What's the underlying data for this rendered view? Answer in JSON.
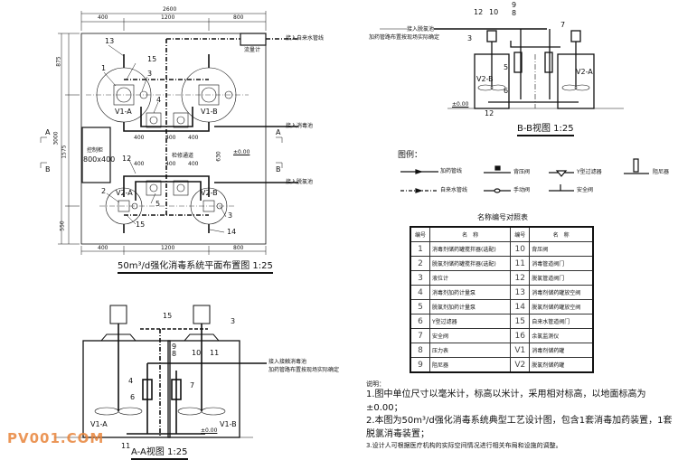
{
  "plan_view": {
    "title": "50m³/d强化消毒系统平面布置图 1:25",
    "dims_top": [
      "2600",
      "400",
      "1200",
      "800"
    ],
    "dims_bottom": [
      "400",
      "1200",
      "800"
    ],
    "dims_left": [
      "875",
      "3000",
      "1575",
      "550"
    ],
    "dims_inner": [
      "400",
      "400",
      "400",
      "400",
      "400",
      "400",
      "630"
    ],
    "control_cabinet": {
      "label": "控制柜",
      "size": "800x400"
    },
    "aisle": "检修通道",
    "elevation": "±0.00",
    "small_box": "流量计",
    "pipe_labels": [
      "接入自来水管线",
      "接入消毒池",
      "接入脱氯池"
    ],
    "section_marks": [
      "A",
      "A",
      "B",
      "B"
    ],
    "tanks": [
      "V1-A",
      "V1-B",
      "V2-A",
      "V2-B"
    ],
    "callouts": [
      "13",
      "15",
      "1",
      "3",
      "4",
      "12",
      "2",
      "5",
      "15",
      "3",
      "14"
    ]
  },
  "bb_view": {
    "title": "B-B视图 1:25",
    "pipe_label": "接入脱氯池",
    "pipe_note": "加药管路布置按现场实际确定",
    "tanks": [
      "V2-B",
      "V2-A"
    ],
    "callouts": [
      "12",
      "10",
      "9",
      "8",
      "7",
      "3",
      "5",
      "6",
      "12"
    ],
    "elevation": "±0.00"
  },
  "aa_view": {
    "title": "A-A视图 1:25",
    "pipe_label": "接入接触消毒池",
    "pipe_note": "加药管路布置按现场实际确定",
    "tanks": [
      "V1-A",
      "V1-B"
    ],
    "callouts": [
      "15",
      "3",
      "9",
      "8",
      "10",
      "11",
      "4",
      "7",
      "6",
      "11"
    ],
    "elevation": "±0.00"
  },
  "legend": {
    "title": "图例：",
    "items": [
      "加药管线",
      "背压阀",
      "Y型过滤器",
      "阻尼器",
      "自来水管线",
      "手动阀",
      "安全阀"
    ]
  },
  "name_table": {
    "title": "名称编号对照表",
    "headers": [
      "编号",
      "名　称",
      "编号",
      "名　称"
    ],
    "rows": [
      [
        "1",
        "消毒剂储药罐搅拌器(选配)",
        "10",
        "背压阀"
      ],
      [
        "2",
        "脱氯剂储药罐搅拌器(选配)",
        "11",
        "消毒管道阀门"
      ],
      [
        "3",
        "液位计",
        "12",
        "脱氯管道阀门"
      ],
      [
        "4",
        "消毒剂加药计量泵",
        "13",
        "消毒剂储药罐放空阀"
      ],
      [
        "5",
        "脱氯剂加药计量泵",
        "14",
        "脱氯剂储药罐放空阀"
      ],
      [
        "6",
        "Y型过滤器",
        "15",
        "自来水管道阀门"
      ],
      [
        "7",
        "安全阀",
        "16",
        "余氯监测仪"
      ],
      [
        "8",
        "压力表",
        "V1",
        "消毒剂储药罐"
      ],
      [
        "9",
        "阻尼器",
        "V2",
        "脱氯剂储药罐"
      ]
    ]
  },
  "notes": {
    "title": "说明：",
    "lines": [
      "1.图中单位尺寸以毫米计，标高以米计，采用相对标高，以地面标高为±0.00；",
      "2.本图为50m³/d强化消毒系统典型工艺设计图，包含1套消毒加药装置，1套脱氯消毒装置；",
      "3.设计人可根据医疗机构的实际空间情况进行相关布局和设施的调整。"
    ]
  },
  "watermark": "PV001.COM"
}
